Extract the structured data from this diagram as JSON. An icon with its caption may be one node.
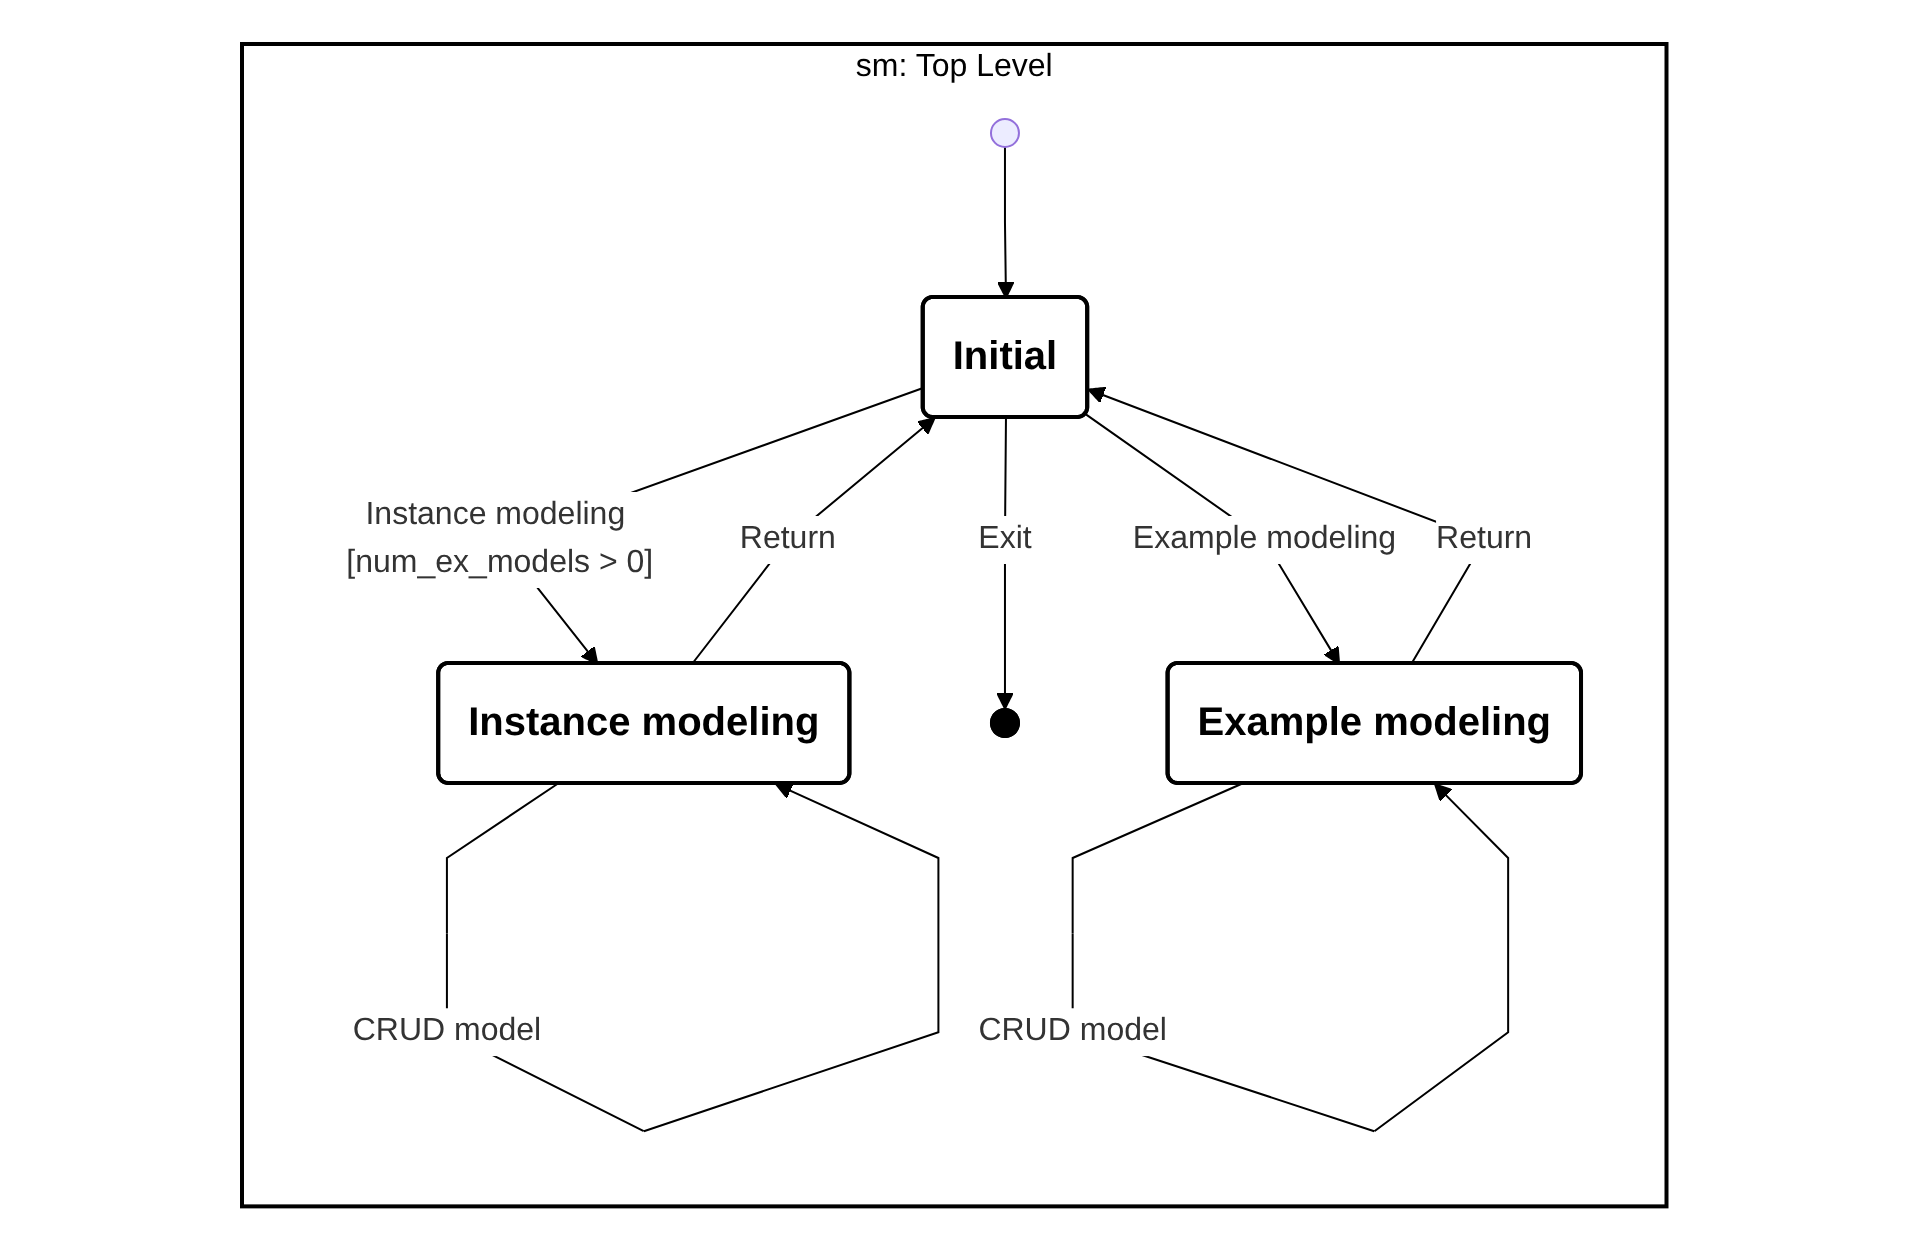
{
  "diagram": {
    "nodes": [
      {
        "text": [
          "sm: Top Level"
        ]
      },
      {
        "text": [],
        "shape": "circle",
        "in": 0
      },
      {
        "text": [],
        "shape": "bullseye",
        "in": 0
      },
      {
        "text": [
          "Initial"
        ],
        "in": 0
      },
      {
        "text": [
          "Instance modeling"
        ],
        "in": 0
      },
      {
        "text": [
          "Example modeling"
        ],
        "in": 0
      }
    ],
    "edges": [
      {
        "from": 1,
        "to": 3,
        "arrow": "to"
      },
      {
        "from": 4,
        "to": 3,
        "arrow": "to",
        "label": "Return"
      },
      {
        "from": 3,
        "to": 2,
        "arrow": "to",
        "label": "Exit"
      },
      {
        "from": 3,
        "to": 4,
        "arrow": "to",
        "label": "Instance modeling [num_ex_models > 0]"
      },
      {
        "from": 3,
        "to": 5,
        "arrow": "to",
        "label": "Example modeling"
      },
      {
        "from": 5,
        "to": 3,
        "arrow": "to",
        "label": "Return"
      },
      {
        "from": 4,
        "to": 4,
        "arrow": "to",
        "label": "CRUD model"
      },
      {
        "from": 5,
        "to": 5,
        "arrow": "to",
        "label": "CRUD model"
      }
    ]
  }
}
